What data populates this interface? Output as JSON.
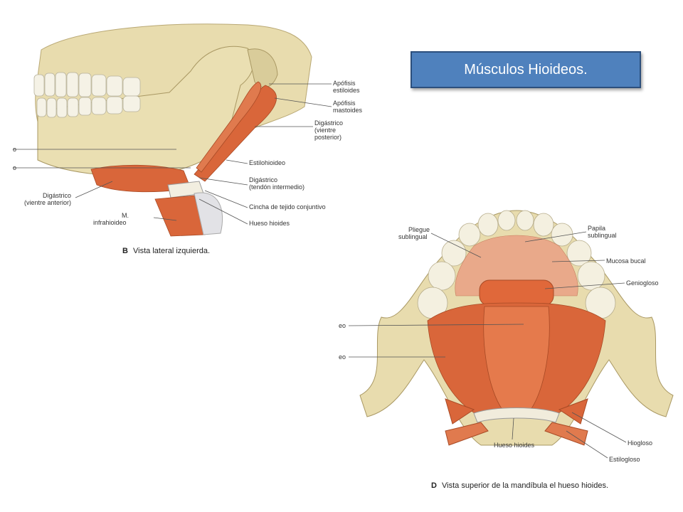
{
  "title": "Músculos Hioideos.",
  "figure_b": {
    "caption_letter": "B",
    "caption_text": "Vista lateral izquierda.",
    "labels": {
      "apofisis_estiloides": [
        "Apófisis",
        "estiloides"
      ],
      "apofisis_mastoides": [
        "Apófisis",
        "mastoides"
      ],
      "digastrico_posterior": [
        "Digástrico",
        "(vientre",
        "posterior)"
      ],
      "estilohioideo": "Estilohioideo",
      "digastrico_tendon": [
        "Digástrico",
        "(tendón intermedio)"
      ],
      "cincha": "Cincha de tejido conjuntivo",
      "hueso_hioides": "Hueso hioides",
      "digastrico_anterior": [
        "Digástrico",
        "(vientre anterior)"
      ],
      "infrahioideo": [
        "M.",
        "infrahioideo"
      ],
      "cut_1": "o",
      "cut_2": "o"
    }
  },
  "figure_d": {
    "caption_letter": "D",
    "caption_text": "Vista superior de la mandíbula el hueso hioides.",
    "labels": {
      "pliegue_sublingual": [
        "Pliegue",
        "sublingual"
      ],
      "papila_sublingual": [
        "Papila",
        "sublingual"
      ],
      "mucosa_bucal": "Mucosa bucal",
      "geniogloso": "Geniogloso",
      "hueso_hioides": "Hueso hioides",
      "hiogloso": "Hiogloso",
      "estilogloso": "Estilogloso",
      "cut_1": "eo",
      "cut_2": "eo"
    }
  },
  "colors": {
    "title_box": "#4f81bd",
    "bone": "#e8dcae",
    "muscle": "#d9663a"
  }
}
